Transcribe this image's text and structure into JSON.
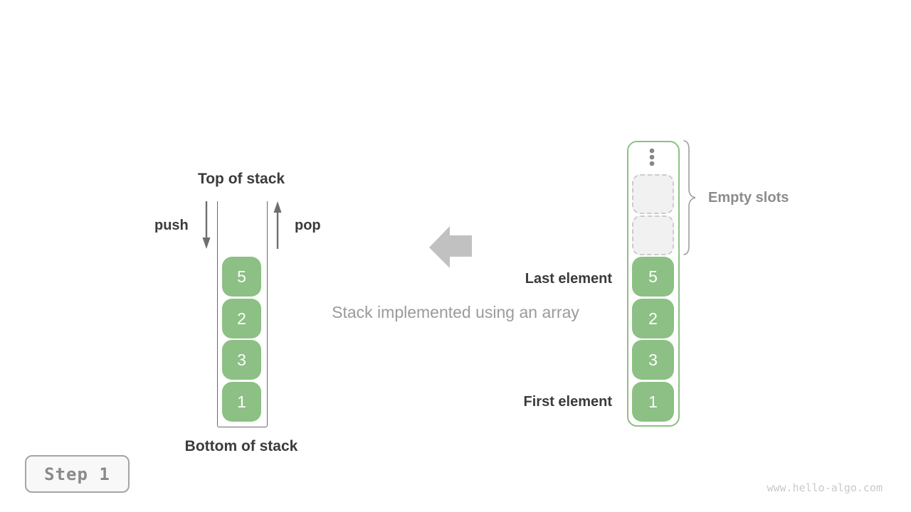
{
  "colors": {
    "element_green": "#8cc084",
    "array_border_green": "#8cc084",
    "stack_wall_gray": "#6a6a6a",
    "small_arrow_gray": "#6e6e6e",
    "big_arrow_gray": "#c1c1c1",
    "dark_text": "#3b3b3b",
    "muted_text": "#9b9b9b",
    "empty_slot_fill": "#f1f1f1",
    "empty_slot_border": "#cbcbcb",
    "watermark_text": "#c9c9c9"
  },
  "stack": {
    "top_label": "Top of stack",
    "bottom_label": "Bottom of stack",
    "push_label": "push",
    "pop_label": "pop",
    "elements": [
      "5",
      "2",
      "3",
      "1"
    ]
  },
  "caption": "Stack implemented using an array",
  "array": {
    "ellipsis_icon": "vertical-dots",
    "empty_slots_label": "Empty slots",
    "last_element_label": "Last element",
    "first_element_label": "First element",
    "elements": [
      "5",
      "2",
      "3",
      "1"
    ]
  },
  "step_label": "Step 1",
  "watermark": "www.hello-algo.com"
}
